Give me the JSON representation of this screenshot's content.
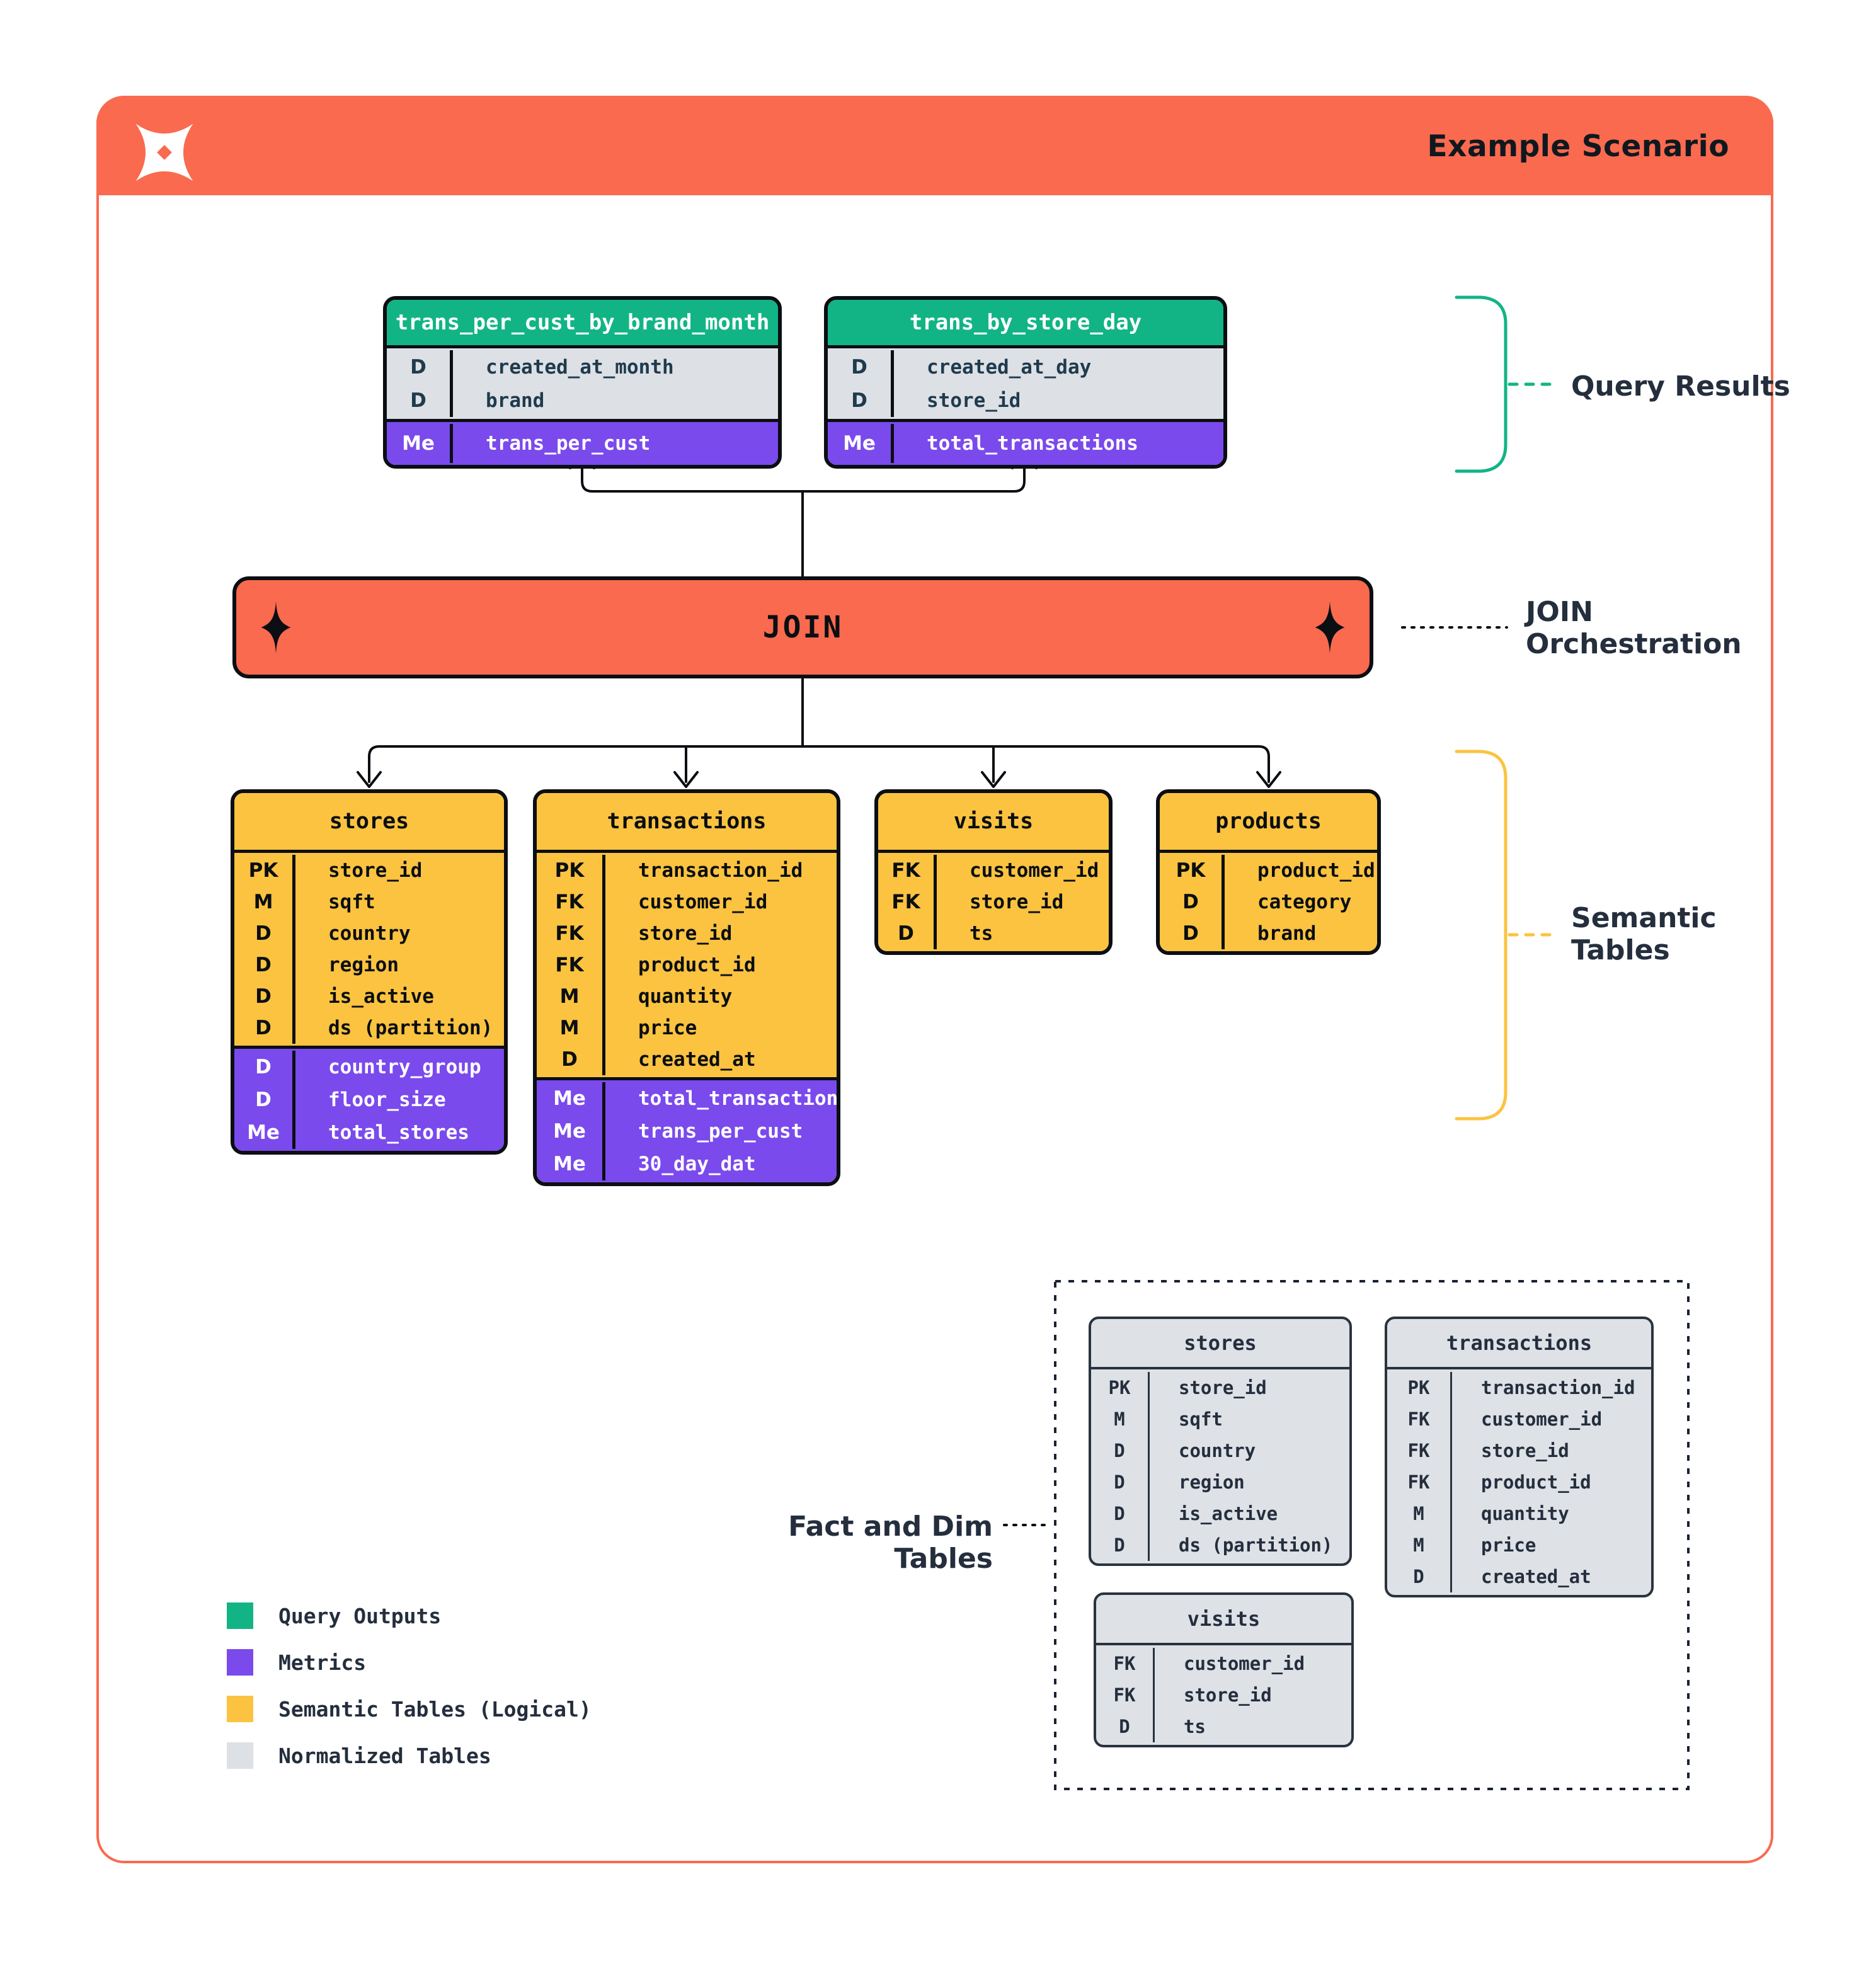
{
  "header": {
    "title": "Example Scenario"
  },
  "join": {
    "label": "JOIN"
  },
  "labels": {
    "query_results": "Query Results",
    "join_orchestration": [
      "JOIN",
      "Orchestration"
    ],
    "semantic_tables": [
      "Semantic",
      "Tables"
    ],
    "fact_dim": "Fact and Dim Tables"
  },
  "palette": {
    "coral": "#F96A4F",
    "green": "#12B485",
    "purple": "#7A4AEC",
    "yellow": "#FBC340",
    "gray": "#DDE0E5",
    "navy_text": "#242E3D",
    "black_border": "#0B0E12"
  },
  "query_result_tables": [
    {
      "title": "trans_per_cust_by_brand_month",
      "rows": [
        [
          "D",
          "created_at_month"
        ],
        [
          "D",
          "brand"
        ]
      ],
      "metric_rows": [
        [
          "Me",
          "trans_per_cust"
        ]
      ]
    },
    {
      "title": "trans_by_store_day",
      "rows": [
        [
          "D",
          "created_at_day"
        ],
        [
          "D",
          "store_id"
        ]
      ],
      "metric_rows": [
        [
          "Me",
          "total_transactions"
        ]
      ]
    }
  ],
  "semantic_tables": [
    {
      "title": "stores",
      "rows": [
        [
          "PK",
          "store_id"
        ],
        [
          "M",
          "sqft"
        ],
        [
          "D",
          "country"
        ],
        [
          "D",
          "region"
        ],
        [
          "D",
          "is_active"
        ],
        [
          "D",
          "ds (partition)"
        ]
      ],
      "metric_rows": [
        [
          "D",
          "country_group"
        ],
        [
          "D",
          "floor_size"
        ],
        [
          "Me",
          "total_stores"
        ]
      ]
    },
    {
      "title": "transactions",
      "rows": [
        [
          "PK",
          "transaction_id"
        ],
        [
          "FK",
          "customer_id"
        ],
        [
          "FK",
          "store_id"
        ],
        [
          "FK",
          "product_id"
        ],
        [
          "M",
          "quantity"
        ],
        [
          "M",
          "price"
        ],
        [
          "D",
          "created_at"
        ]
      ],
      "metric_rows": [
        [
          "Me",
          "total_transactions"
        ],
        [
          "Me",
          "trans_per_cust"
        ],
        [
          "Me",
          "30_day_dat"
        ]
      ]
    },
    {
      "title": "visits",
      "rows": [
        [
          "FK",
          "customer_id"
        ],
        [
          "FK",
          "store_id"
        ],
        [
          "D",
          "ts"
        ]
      ],
      "metric_rows": []
    },
    {
      "title": "products",
      "rows": [
        [
          "PK",
          "product_id"
        ],
        [
          "D",
          "category"
        ],
        [
          "D",
          "brand"
        ]
      ],
      "metric_rows": []
    }
  ],
  "normalized_tables": [
    {
      "title": "stores",
      "rows": [
        [
          "PK",
          "store_id"
        ],
        [
          "M",
          "sqft"
        ],
        [
          "D",
          "country"
        ],
        [
          "D",
          "region"
        ],
        [
          "D",
          "is_active"
        ],
        [
          "D",
          "ds (partition)"
        ]
      ],
      "metric_rows": []
    },
    {
      "title": "transactions",
      "rows": [
        [
          "PK",
          "transaction_id"
        ],
        [
          "FK",
          "customer_id"
        ],
        [
          "FK",
          "store_id"
        ],
        [
          "FK",
          "product_id"
        ],
        [
          "M",
          "quantity"
        ],
        [
          "M",
          "price"
        ],
        [
          "D",
          "created_at"
        ]
      ],
      "metric_rows": []
    },
    {
      "title": "visits",
      "rows": [
        [
          "FK",
          "customer_id"
        ],
        [
          "FK",
          "store_id"
        ],
        [
          "D",
          "ts"
        ]
      ],
      "metric_rows": []
    }
  ],
  "legend": [
    {
      "label": "Query Outputs",
      "color": "#12B485"
    },
    {
      "label": "Metrics",
      "color": "#7A4AEC"
    },
    {
      "label": "Semantic Tables (Logical)",
      "color": "#FBC340"
    },
    {
      "label": "Normalized Tables",
      "color": "#DDE0E5"
    }
  ]
}
